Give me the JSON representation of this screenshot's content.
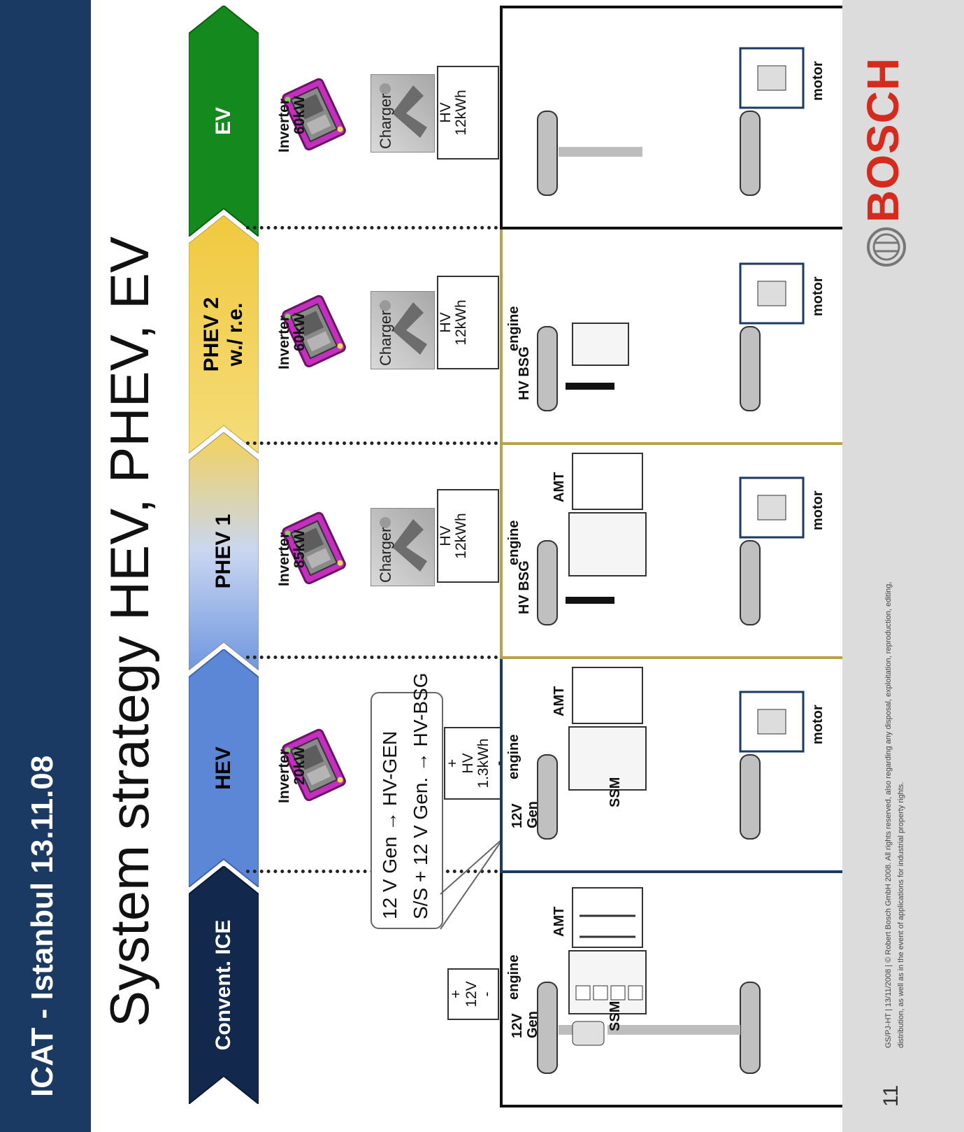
{
  "header": {
    "title": "ICAT - Istanbul 13.11.08"
  },
  "slide_title": "System strategy HEV, PHEV, EV",
  "stages": [
    {
      "label": "Convent. ICE",
      "color": "#13284d",
      "text_color": "#ffffff"
    },
    {
      "label": "HEV",
      "color": "#5b87d6",
      "text_color": "#111111"
    },
    {
      "label": "PHEV 1",
      "color": "#8fb0e6",
      "text_color": "#111111"
    },
    {
      "label": "PHEV 2\nw./ r.e.",
      "color": "#f3d15a",
      "text_color": "#111111"
    },
    {
      "label": "EV",
      "color": "#148a1e",
      "text_color": "#ffffff"
    }
  ],
  "inverters": [
    {
      "label_line1": "Inverter",
      "label_line2": "20kW"
    },
    {
      "label_line1": "Inverter",
      "label_line2": "85kW"
    },
    {
      "label_line1": "Inverter",
      "label_line2": "60kW"
    },
    {
      "label_line1": "Inverter",
      "label_line2": "60kW"
    }
  ],
  "charger_label": "Charger",
  "batteries": {
    "ice": {
      "plus": "+",
      "minus": "-",
      "value": "12V"
    },
    "hev": {
      "plus": "+",
      "type": "HV",
      "minus": "-",
      "value": "1.3kWh"
    },
    "hv_type": "HV",
    "hv_value": "12kWh"
  },
  "callout": {
    "line1": "12 V Gen → HV-GEN",
    "line2": "S/S + 12 V Gen. → HV-BSG"
  },
  "drivetrain_labels": {
    "v12": "12V",
    "gen": "Gen",
    "ssm": "SSM",
    "engine": "engine",
    "amt": "AMT",
    "motor": "motor",
    "hvbsg": "HV BSG"
  },
  "panel_border_colors": {
    "ice": "#111111",
    "hev": "#1b3a63",
    "phev": "#b9a04a",
    "ev": "#111111"
  },
  "footer": {
    "page": "11",
    "copyright_line1": "GS/PJ-HT | 13/11/2008 | © Robert Bosch GmbH 2008. All rights reserved, also regarding any disposal, exploitation, reproduction, editing,",
    "copyright_line2": "distribution, as well as in the event of applications for industrial property rights.",
    "brand": "BOSCH"
  }
}
